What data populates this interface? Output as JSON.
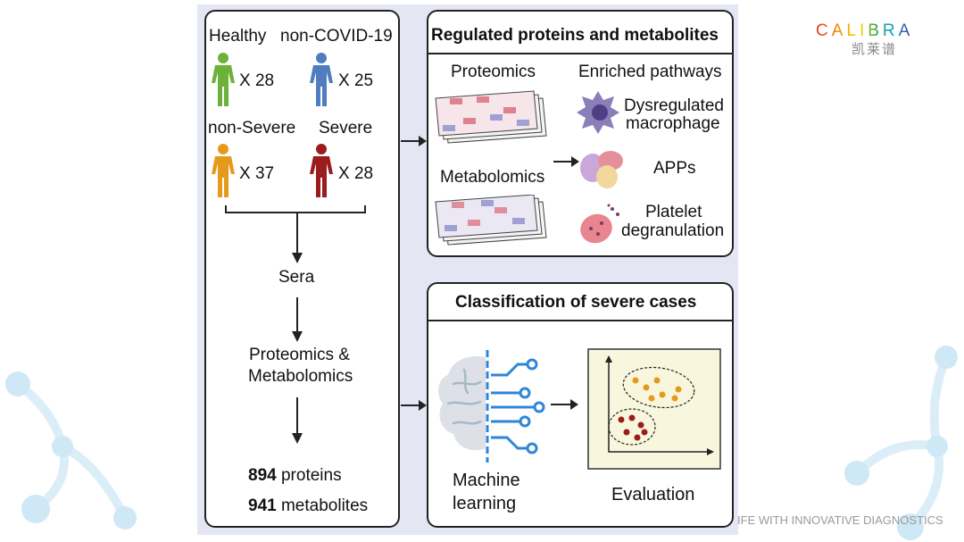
{
  "brand": {
    "logo": "CALIBRA",
    "logo_cn": "凯莱谱",
    "tagline": "IFE WITH INNOVATIVE DIAGNOSTICS",
    "colors": [
      "#e6332a",
      "#f39200",
      "#ffd500",
      "#3aaa35",
      "#009fe3",
      "#662483"
    ]
  },
  "cohort": {
    "groups": [
      {
        "label": "Healthy",
        "count": "X 28",
        "color": "#6cb23a",
        "icon": "person-icon"
      },
      {
        "label": "non-COVID-19",
        "count": "X 25",
        "color": "#4f7dbf",
        "icon": "person-icon"
      },
      {
        "label": "non-Severe",
        "count": "X 37",
        "color": "#e69a1c",
        "icon": "person-icon"
      },
      {
        "label": "Severe",
        "count": "X 28",
        "color": "#9b1c1c",
        "icon": "person-icon"
      }
    ],
    "sera": "Sera",
    "method_line1": "Proteomics &",
    "method_line2": "Metabolomics",
    "proteins_num": "894",
    "proteins_label": "proteins",
    "metabolites_num": "941",
    "metabolites_label": "metabolites"
  },
  "regulated": {
    "title": "Regulated proteins and metabolites",
    "proteomics": "Proteomics",
    "metabolomics": "Metabolomics",
    "enriched": "Enriched pathways",
    "pathways": [
      {
        "line1": "Dysregulated",
        "line2": "macrophage",
        "icon": "macrophage-icon"
      },
      {
        "line1": "APPs",
        "line2": "",
        "icon": "protein-cluster-icon"
      },
      {
        "line1": "Platelet",
        "line2": "degranulation",
        "icon": "platelet-icon"
      }
    ]
  },
  "classification": {
    "title": "Classification of severe cases",
    "ml_line1": "Machine",
    "ml_line2": "learning",
    "evaluation": "Evaluation"
  }
}
